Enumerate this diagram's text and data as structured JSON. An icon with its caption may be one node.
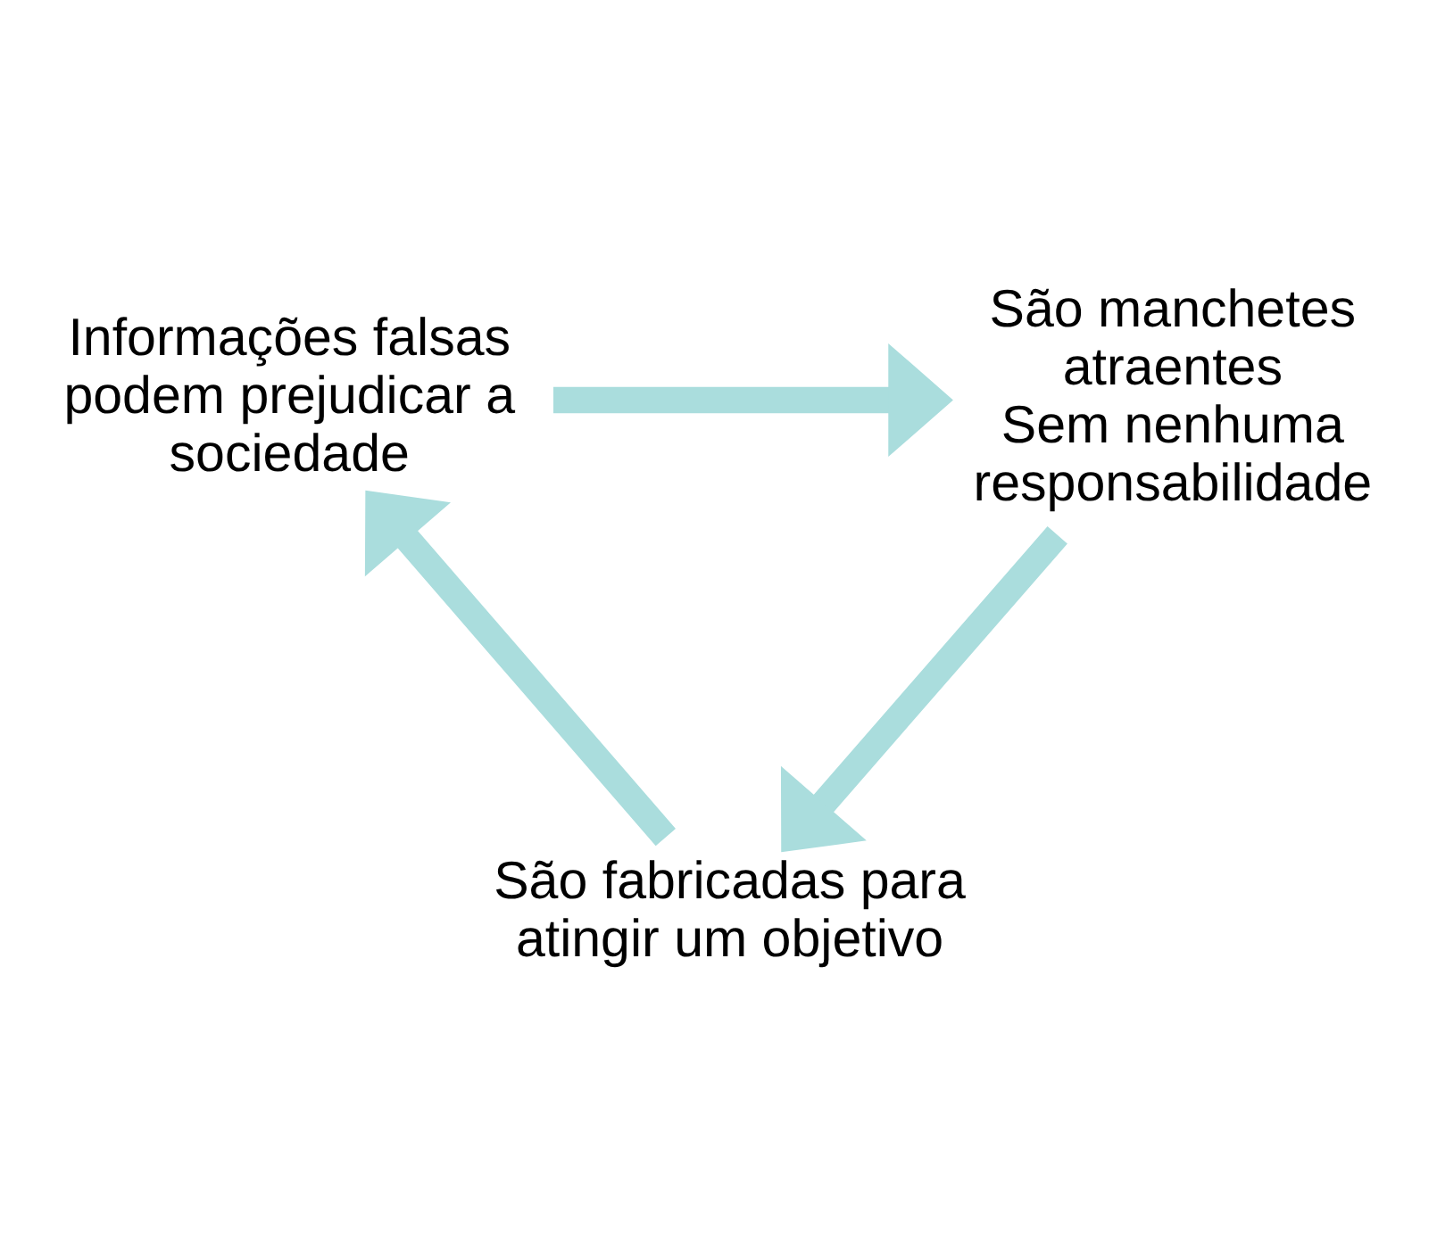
{
  "diagram": {
    "nodes": [
      {
        "text": [
          "Informações falsas podem prejudicar a sociedade"
        ]
      },
      {
        "text": [
          "São manchetes atraentes",
          "Sem nenhuma responsabilidade"
        ]
      },
      {
        "text": [
          "São fabricadas para atingir um objetivo"
        ]
      }
    ],
    "edges": [
      {
        "from": 0,
        "to": 1,
        "arrow": "to"
      },
      {
        "from": 1,
        "to": 2,
        "arrow": "to"
      },
      {
        "from": 2,
        "to": 0,
        "arrow": "to"
      }
    ]
  }
}
